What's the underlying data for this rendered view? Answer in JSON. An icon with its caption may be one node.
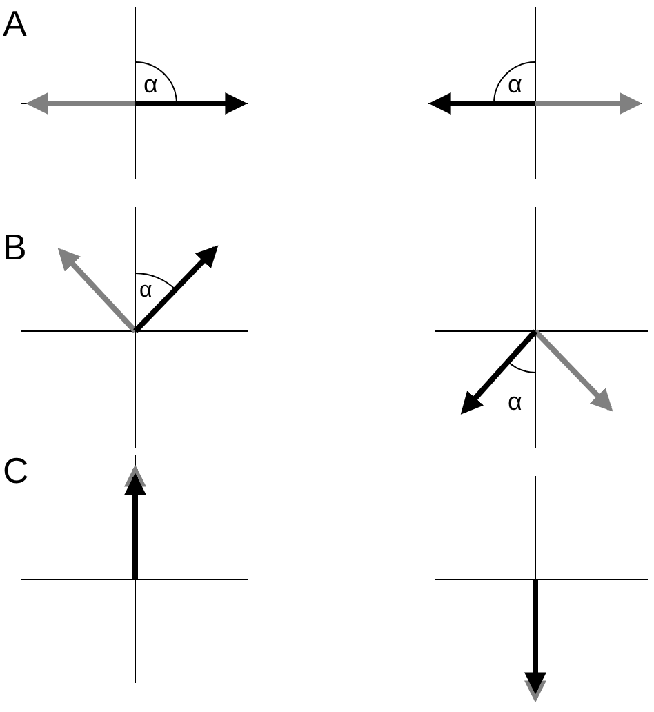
{
  "diagram": {
    "labels": [
      "A",
      "α",
      "α",
      "B",
      "α",
      "α",
      "C"
    ]
  }
}
